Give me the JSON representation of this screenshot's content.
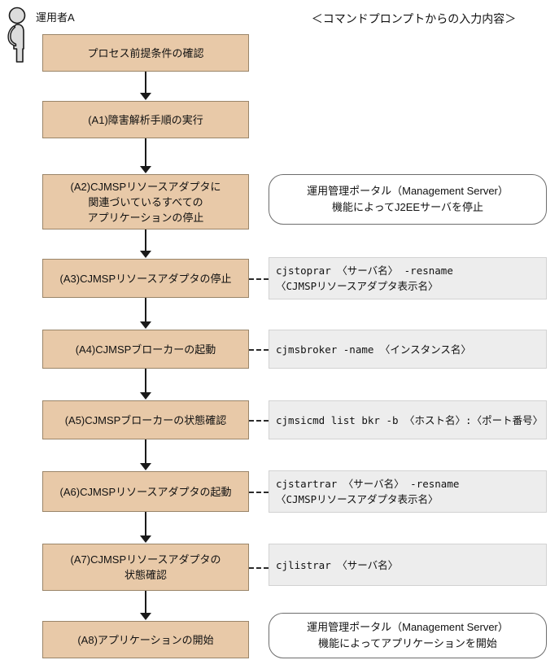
{
  "actor": {
    "icon": "person-profile-icon",
    "label": "運用者A"
  },
  "column_header": "＜コマンドプロンプトからの入力内容＞",
  "colors": {
    "process_fill": "#e8c9a8",
    "process_border": "#9a8569",
    "command_fill": "#ededed",
    "callout_fill": "#ffffff",
    "connector": "#1a1a1a"
  },
  "steps": [
    {
      "id": "step-0",
      "label_lines": [
        "プロセス前提条件の確認"
      ],
      "note": null
    },
    {
      "id": "step-a1",
      "label_lines": [
        "(A1)障害解析手順の実行"
      ],
      "note": null
    },
    {
      "id": "step-a2",
      "label_lines": [
        "(A2)CJMSPリソースアダプタに",
        "関連づいているすべての",
        "アプリケーションの停止"
      ],
      "note": {
        "type": "callout",
        "lines": [
          "運用管理ポータル（Management Server）",
          "機能によってJ2EEサーバを停止"
        ]
      }
    },
    {
      "id": "step-a3",
      "label_lines": [
        "(A3)CJMSPリソースアダプタの停止"
      ],
      "note": {
        "type": "command",
        "lines": [
          "cjstoprar 〈サーバ名〉 -resname",
          "〈CJMSPリソースアダプタ表示名〉"
        ]
      }
    },
    {
      "id": "step-a4",
      "label_lines": [
        "(A4)CJMSPブローカーの起動"
      ],
      "note": {
        "type": "command",
        "lines": [
          "cjmsbroker -name 〈インスタンス名〉"
        ]
      }
    },
    {
      "id": "step-a5",
      "label_lines": [
        "(A5)CJMSPブローカーの状態確認"
      ],
      "note": {
        "type": "command",
        "lines": [
          "cjmsicmd list bkr -b 〈ホスト名〉:〈ポート番号〉"
        ]
      }
    },
    {
      "id": "step-a6",
      "label_lines": [
        "(A6)CJMSPリソースアダプタの起動"
      ],
      "note": {
        "type": "command",
        "lines": [
          "cjstartrar 〈サーバ名〉 -resname",
          "〈CJMSPリソースアダプタ表示名〉"
        ]
      }
    },
    {
      "id": "step-a7",
      "label_lines": [
        "(A7)CJMSPリソースアダプタの",
        "状態確認"
      ],
      "note": {
        "type": "command",
        "lines": [
          "cjlistrar 〈サーバ名〉"
        ]
      }
    },
    {
      "id": "step-a8",
      "label_lines": [
        "(A8)アプリケーションの開始"
      ],
      "note": {
        "type": "callout",
        "lines": [
          "運用管理ポータル（Management Server）",
          "機能によってアプリケーションを開始"
        ]
      }
    }
  ]
}
